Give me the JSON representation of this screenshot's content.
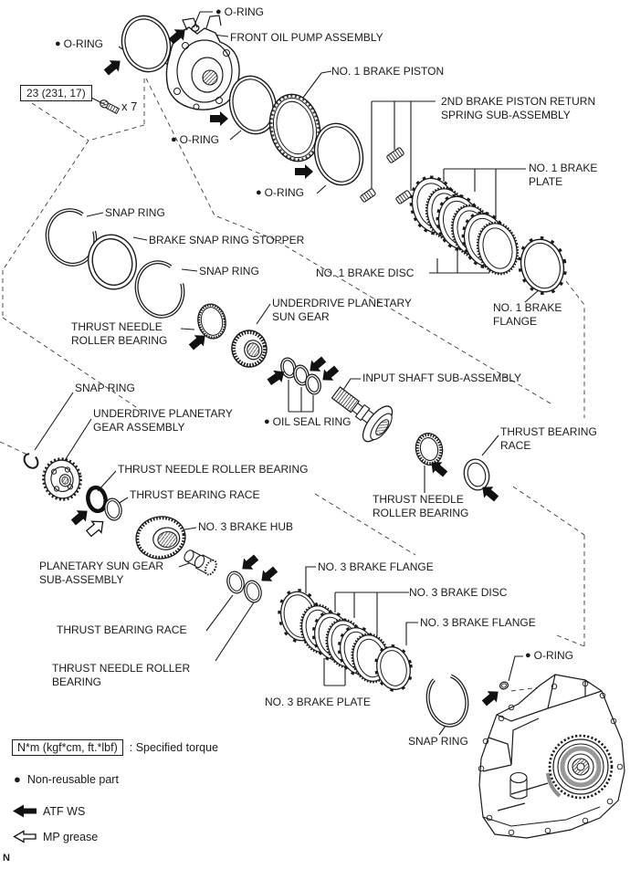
{
  "markers": {
    "bullet": "●"
  },
  "colors": {
    "line": "#1a1a1a",
    "background": "#ffffff"
  },
  "torque_callout": {
    "value": "23 (231, 17)",
    "count": "x 7"
  },
  "parts": {
    "o_ring_top": {
      "l1": "O-RING"
    },
    "front_oil_pump": {
      "l1": "FRONT OIL PUMP ASSEMBLY"
    },
    "o_ring_left": {
      "l1": "O-RING"
    },
    "no1_brake_piston": {
      "l1": "NO. 1 BRAKE PISTON"
    },
    "o_ring_mid": {
      "l1": "O-RING"
    },
    "second_brake_spring": {
      "l1": "2ND BRAKE PISTON RETURN",
      "l2": "SPRING SUB-ASSEMBLY"
    },
    "no1_brake_plate": {
      "l1": "NO. 1 BRAKE",
      "l2": "PLATE"
    },
    "o_ring_lower": {
      "l1": "O-RING"
    },
    "snap_ring_1": {
      "l1": "SNAP RING"
    },
    "brake_snap_ring_stopper": {
      "l1": "BRAKE SNAP RING STOPPER"
    },
    "snap_ring_2": {
      "l1": "SNAP RING"
    },
    "no1_brake_disc": {
      "l1": "NO. 1 BRAKE DISC"
    },
    "no1_brake_flange": {
      "l1": "NO. 1 BRAKE",
      "l2": "FLANGE"
    },
    "underdrive_sun_gear": {
      "l1": "UNDERDRIVE PLANETARY",
      "l2": "SUN GEAR"
    },
    "thrust_needle_bearing_1": {
      "l1": "THRUST NEEDLE",
      "l2": "ROLLER BEARING"
    },
    "snap_ring_3": {
      "l1": "SNAP RING"
    },
    "underdrive_gear_assembly": {
      "l1": "UNDERDRIVE PLANETARY",
      "l2": "GEAR ASSEMBLY"
    },
    "oil_seal_ring": {
      "l1": "OIL SEAL RING"
    },
    "input_shaft": {
      "l1": "INPUT SHAFT SUB-ASSEMBLY"
    },
    "thrust_bearing_race_right": {
      "l1": "THRUST BEARING",
      "l2": "RACE"
    },
    "thrust_needle_bearing_2": {
      "l1": "THRUST NEEDLE ROLLER BEARING"
    },
    "thrust_bearing_race_1": {
      "l1": "THRUST BEARING RACE"
    },
    "no3_brake_hub": {
      "l1": "NO. 3 BRAKE HUB"
    },
    "thrust_needle_bearing_3": {
      "l1": "THRUST NEEDLE",
      "l2": "ROLLER BEARING"
    },
    "planetary_sun_gear": {
      "l1": "PLANETARY SUN GEAR",
      "l2": "SUB-ASSEMBLY"
    },
    "no3_brake_flange_1": {
      "l1": "NO. 3 BRAKE FLANGE"
    },
    "no3_brake_disc": {
      "l1": "NO. 3 BRAKE DISC"
    },
    "no3_brake_flange_2": {
      "l1": "NO. 3 BRAKE FLANGE"
    },
    "thrust_bearing_race_2": {
      "l1": "THRUST BEARING RACE"
    },
    "thrust_needle_bearing_4": {
      "l1": "THRUST NEEDLE ROLLER",
      "l2": "BEARING"
    },
    "no3_brake_plate": {
      "l1": "NO. 3 BRAKE PLATE"
    },
    "snap_ring_4": {
      "l1": "SNAP RING"
    },
    "o_ring_case": {
      "l1": "O-RING"
    }
  },
  "legend": {
    "torque_box_label": "N*m (kgf*cm, ft.*lbf)",
    "torque_suffix": ": Specified torque",
    "non_reusable": "Non-reusable part",
    "atf": "ATF WS",
    "mp_grease": "MP grease"
  },
  "footer": {
    "char": "N"
  }
}
